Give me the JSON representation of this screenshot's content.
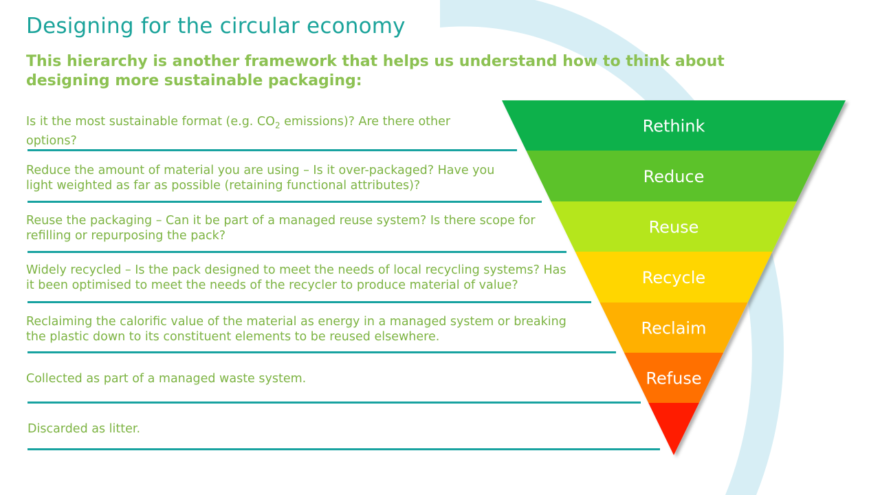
{
  "colors": {
    "title": "#1aa39a",
    "subtitle": "#8cc152",
    "row_text": "#7cb342",
    "row_line": "#17a2a0",
    "background_arc": "#d7eef5"
  },
  "header": {
    "title": "Designing for the circular economy",
    "subtitle": "This hierarchy is another framework that helps us understand how to think about designing more sustainable packaging:"
  },
  "rows": [
    {
      "pre": "Is it the most sustainable format (e.g. CO",
      "sub": "2",
      "post": " emissions)? Are there other options?"
    },
    {
      "pre": "Reduce the amount of material you are using – Is it over-packaged? Have you light weighted as far as possible (retaining functional attributes)?"
    },
    {
      "pre": "Reuse the packaging – Can it be part of a managed reuse system? Is there scope for refilling or repurposing the pack?"
    },
    {
      "pre": "Widely recycled – Is the pack designed to meet the needs of local recycling systems? Has it been optimised to meet the needs of the recycler to produce material of value?"
    },
    {
      "pre": "Reclaiming the calorific value of the material as energy in a managed system or breaking the plastic down to its constituent elements to be reused elsewhere."
    },
    {
      "pre": "Collected as part of a managed waste system."
    },
    {
      "pre": "Discarded as litter."
    }
  ],
  "pyramid": {
    "tiers": [
      {
        "label": "Rethink",
        "color": "#0db14b"
      },
      {
        "label": "Reduce",
        "color": "#5cc22b"
      },
      {
        "label": "Reuse",
        "color": "#b5e61d"
      },
      {
        "label": "Recycle",
        "color": "#ffd600"
      },
      {
        "label": "Reclaim",
        "color": "#ffb000"
      },
      {
        "label": "Refuse",
        "color": "#ff6f00"
      },
      {
        "label": "",
        "color": "#ff1a00"
      }
    ]
  }
}
